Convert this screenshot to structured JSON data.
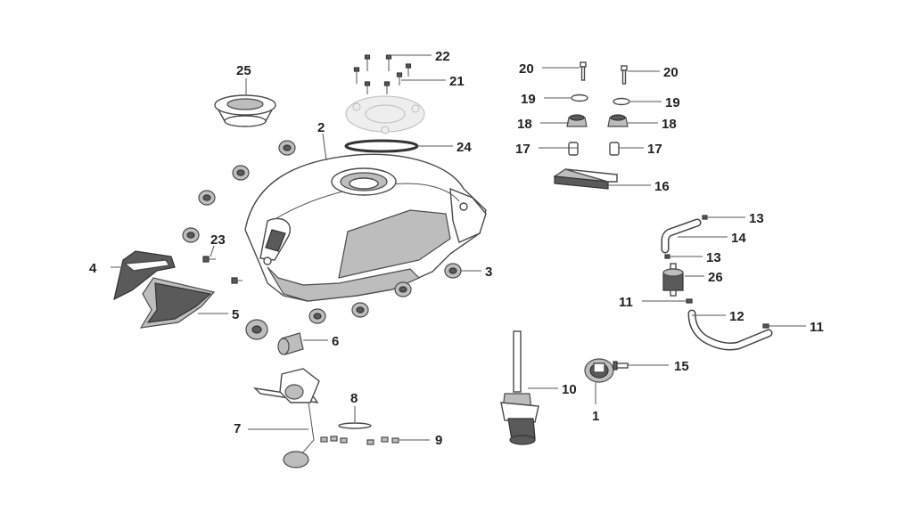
{
  "callouts": {
    "c1": "1",
    "c2": "2",
    "c3": "3",
    "c4": "4",
    "c5": "5",
    "c6": "6",
    "c7": "7",
    "c8": "8",
    "c9": "9",
    "c10": "10",
    "c11a": "11",
    "c11b": "11",
    "c12": "12",
    "c13a": "13",
    "c13b": "13",
    "c14": "14",
    "c15": "15",
    "c16": "16",
    "c17a": "17",
    "c17b": "17",
    "c18a": "18",
    "c18b": "18",
    "c19a": "19",
    "c19b": "19",
    "c20a": "20",
    "c20b": "20",
    "c21": "21",
    "c22": "22",
    "c23": "23",
    "c24": "24",
    "c25": "25",
    "c26": "26"
  }
}
